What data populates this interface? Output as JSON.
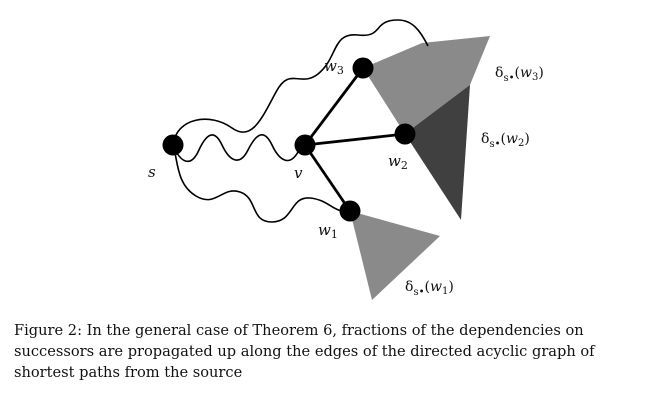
{
  "diagram": {
    "nodes": {
      "s": {
        "label": "s"
      },
      "v": {
        "label": "v"
      },
      "w1": {
        "label": "w",
        "subscript": "1"
      },
      "w2": {
        "label": "w",
        "subscript": "2"
      },
      "w3": {
        "label": "w",
        "subscript": "3"
      }
    },
    "edges": [
      {
        "from": "v",
        "to": "w1",
        "style": "straight"
      },
      {
        "from": "v",
        "to": "w2",
        "style": "straight"
      },
      {
        "from": "v",
        "to": "w3",
        "style": "straight"
      },
      {
        "from": "s",
        "to": "v",
        "style": "wavy"
      },
      {
        "from": "s",
        "to": "w1",
        "style": "wavy"
      },
      {
        "from": "s",
        "to": "w3",
        "style": "wavy"
      }
    ],
    "dependency_regions": [
      {
        "node": "w1",
        "delta": "δ",
        "sub_italic": "s",
        "sub_dot": "•",
        "arg": "w",
        "arg_sub": "1",
        "fill": "#8a8a8a"
      },
      {
        "node": "w2",
        "delta": "δ",
        "sub_italic": "s",
        "sub_dot": "•",
        "arg": "w",
        "arg_sub": "2",
        "fill": "#404040"
      },
      {
        "node": "w3",
        "delta": "δ",
        "sub_italic": "s",
        "sub_dot": "•",
        "arg": "w",
        "arg_sub": "3",
        "fill": "#8a8a8a"
      }
    ],
    "colors": {
      "node_fill": "#000000",
      "edge": "#000000",
      "light_region": "#8a8a8a",
      "dark_region": "#404040"
    }
  },
  "caption": {
    "text": "Figure 2: In the general case of Theorem 6, fractions of the dependencies on successors are propagated up along the edges of the directed acyclic graph of shortest paths from the source"
  }
}
